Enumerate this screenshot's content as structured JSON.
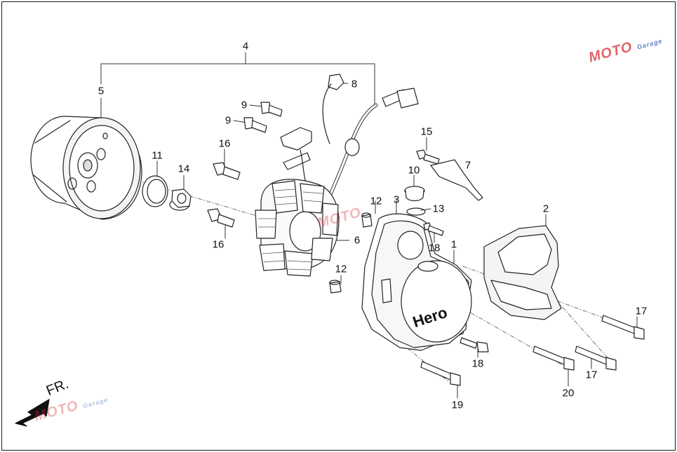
{
  "diagram": {
    "brand_text": "Hero",
    "direction_label": "FR.",
    "watermark": {
      "text": "MOTO",
      "sub": "Garage",
      "colors": {
        "red": "#d9303a",
        "blue": "#2f4fb0"
      }
    },
    "callouts": [
      {
        "id": "c4",
        "text": "4"
      },
      {
        "id": "c5",
        "text": "5"
      },
      {
        "id": "c8",
        "text": "8"
      },
      {
        "id": "c9a",
        "text": "9"
      },
      {
        "id": "c9b",
        "text": "9"
      },
      {
        "id": "c16a",
        "text": "16"
      },
      {
        "id": "c16b",
        "text": "16"
      },
      {
        "id": "c11",
        "text": "11"
      },
      {
        "id": "c14",
        "text": "14"
      },
      {
        "id": "c15",
        "text": "15"
      },
      {
        "id": "c7",
        "text": "7"
      },
      {
        "id": "c10",
        "text": "10"
      },
      {
        "id": "c13",
        "text": "13"
      },
      {
        "id": "c12a",
        "text": "12"
      },
      {
        "id": "c3",
        "text": "3"
      },
      {
        "id": "c18a",
        "text": "18"
      },
      {
        "id": "c1",
        "text": "1"
      },
      {
        "id": "c2",
        "text": "2"
      },
      {
        "id": "c6",
        "text": "6"
      },
      {
        "id": "c12b",
        "text": "12"
      },
      {
        "id": "c17a",
        "text": "17"
      },
      {
        "id": "c18b",
        "text": "18"
      },
      {
        "id": "c17b",
        "text": "17"
      },
      {
        "id": "c20",
        "text": "20"
      },
      {
        "id": "c19",
        "text": "19"
      }
    ]
  }
}
